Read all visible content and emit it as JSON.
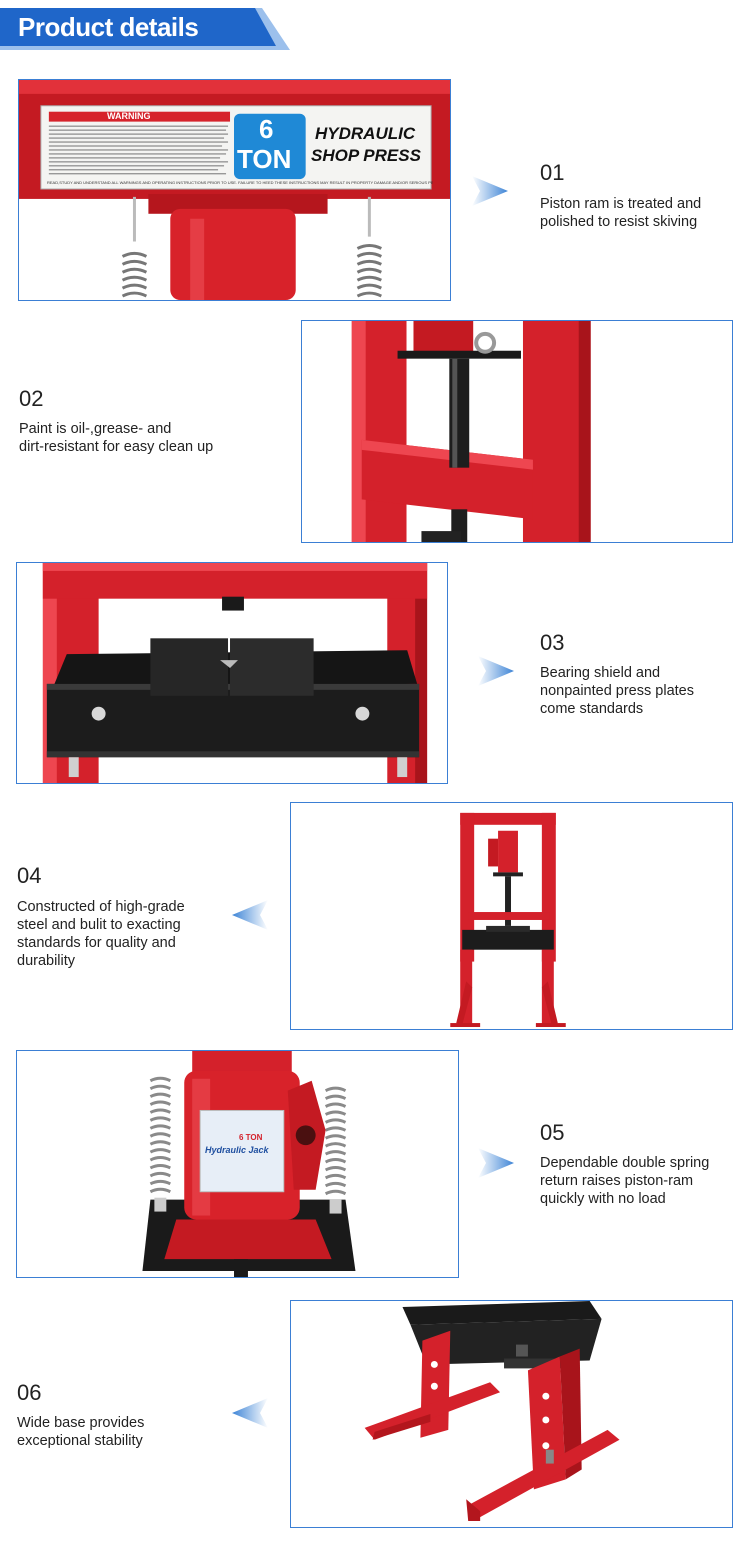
{
  "header": {
    "title": "Product details"
  },
  "colors": {
    "accent_blue": "#1f66c9",
    "frame_red": "#d4212b",
    "border_blue": "#3b7fd4"
  },
  "sections": [
    {
      "number": "01",
      "description": [
        "Piston ram is treated and",
        "polished to resist skiving"
      ]
    },
    {
      "number": "02",
      "description": [
        "Paint is oil-,grease- and",
        "dirt-resistant for easy clean up"
      ]
    },
    {
      "number": "03",
      "description": [
        "Bearing shield and",
        "nonpainted press plates",
        "come standards"
      ]
    },
    {
      "number": "04",
      "description": [
        "Constructed of high-grade",
        "steel and bulit to exacting",
        "standards for quality and",
        "durability"
      ]
    },
    {
      "number": "05",
      "description": [
        "Dependable double spring",
        "return raises piston-ram",
        "quickly with no load"
      ]
    },
    {
      "number": "06",
      "description": [
        "Wide base provides",
        "exceptional stability"
      ]
    }
  ],
  "photo1": {
    "warning_title": "WARNING",
    "ton_number": "6",
    "ton_word": "TON",
    "product_line1": "HYDRAULIC",
    "product_line2": "SHOP PRESS",
    "footer_text": "READ,STUDY AND UNDERSTAND ALL WARNINGS AND OPERATING INSTRUCTIONS PRIOR TO USE. FAILURE TO HEED THESE INSTRUCTIONS MAY RESULT IN PROPERTY DAMAGE AND/OR SERIOUS PERSONAL INJURY."
  },
  "photo5": {
    "jack_label": "Hydraulic Jack",
    "jack_ton": "6 TON"
  }
}
